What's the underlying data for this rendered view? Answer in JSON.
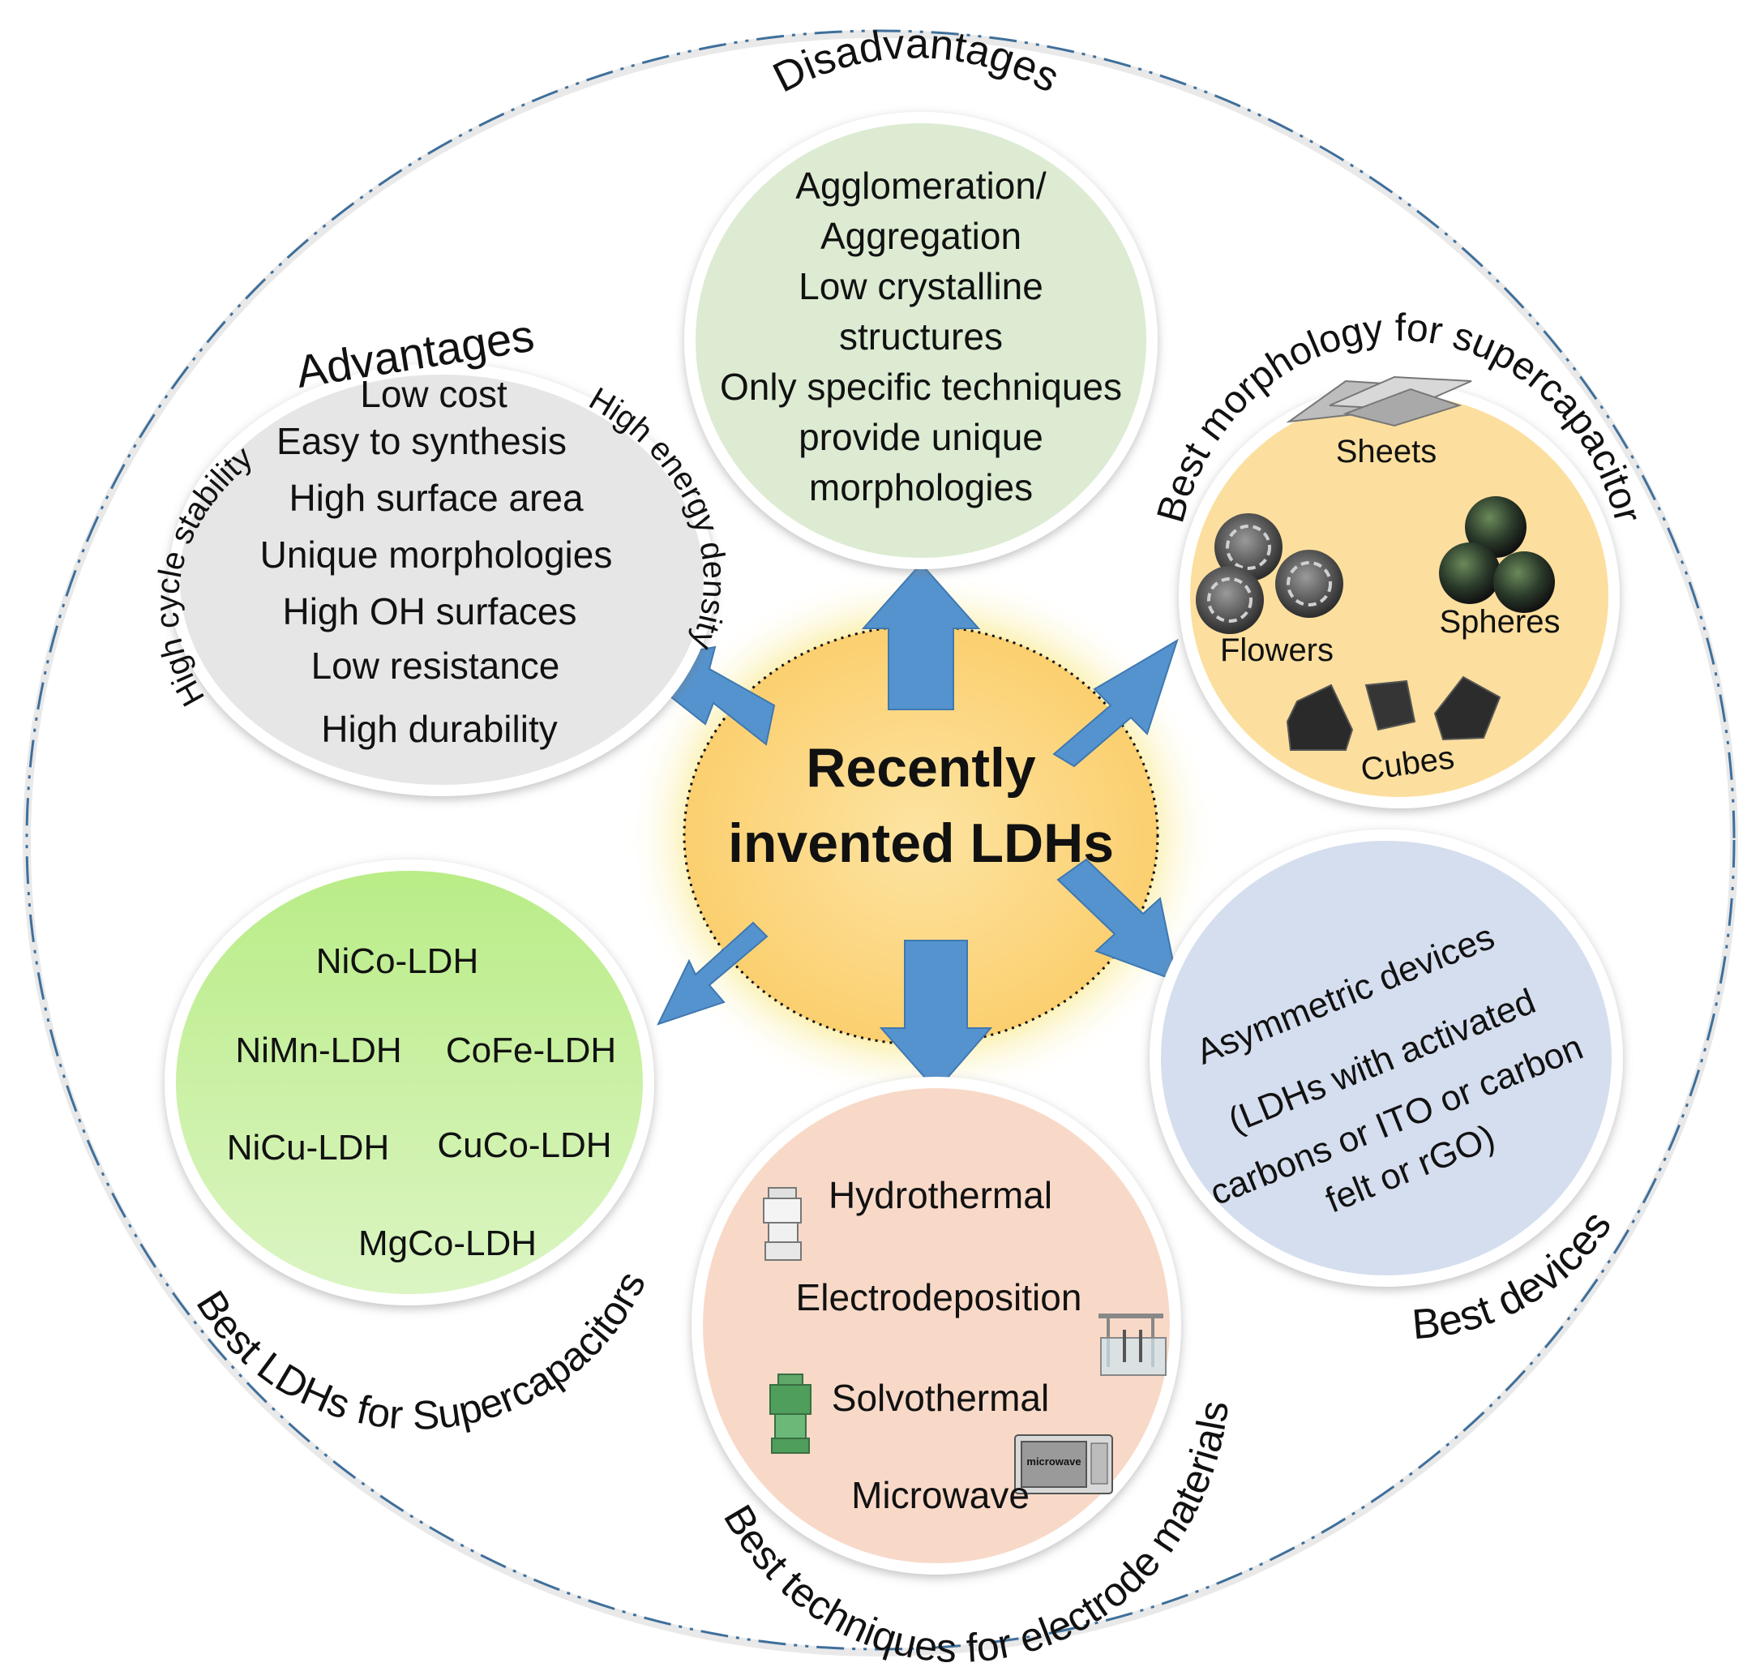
{
  "center": {
    "line1": "Recently",
    "line2": "invented LDHs"
  },
  "advantages": {
    "title": "Advantages",
    "items": [
      "Low cost",
      "Easy to synthesis",
      "High surface area",
      "Unique morphologies",
      "High OH surfaces",
      "Low resistance",
      "High durability"
    ],
    "left_arc": "High cycle stability",
    "right_arc": "High energy density"
  },
  "disadvantages": {
    "title": "Disadvantages",
    "items": [
      "Agglomeration/",
      "Aggregation",
      "Low crystalline",
      "structures",
      "Only specific techniques",
      "provide unique",
      "morphologies"
    ]
  },
  "morphology": {
    "title": "Best morphology for supercapacitor",
    "sheets": "Sheets",
    "flowers": "Flowers",
    "spheres": "Spheres",
    "cubes": "Cubes"
  },
  "ldhs": {
    "title": "Best LDHs for Supercapacitors",
    "items": [
      "NiCo-LDH",
      "NiMn-LDH",
      "CoFe-LDH",
      "NiCu-LDH",
      "CuCo-LDH",
      "MgCo-LDH"
    ]
  },
  "techniques": {
    "title": "Best techniques for electrode materials",
    "items": [
      "Hydrothermal",
      "Electrodeposition",
      "Solvothermal",
      "Microwave"
    ],
    "microwave_label": "microwave"
  },
  "devices": {
    "title": "Best devices",
    "items": [
      "Asymmetric devices",
      "(LDHs with activated",
      "carbons or ITO or carbon",
      "felt or rGO)"
    ]
  },
  "colors": {
    "arrow": "#5593cf",
    "center": "#fcd27e",
    "glow": "#f2e84a",
    "advantages": "#e6e6e6",
    "disadvantages": "#dcebd2",
    "morphology": "#fcdf9e",
    "ldhs": "#c8ee9a",
    "techniques": "#f8d9c8",
    "devices": "#d5deee",
    "border": "#3f6f9b"
  }
}
